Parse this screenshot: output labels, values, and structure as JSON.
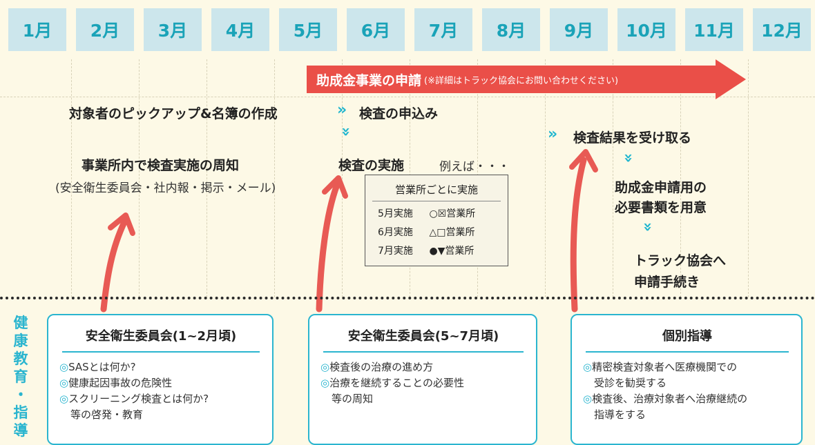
{
  "months": [
    "1月",
    "2月",
    "3月",
    "4月",
    "5月",
    "6月",
    "7月",
    "8月",
    "9月",
    "10月",
    "11月",
    "12月"
  ],
  "subsidy_band": {
    "main": "助成金事業の申請",
    "note": "(※詳細はトラック協会にお問い合わせください)"
  },
  "flow": {
    "pickup": "対象者のピックアップ&名簿の作成",
    "apply": "検査の申込み",
    "notice_title": "事業所内で検査実施の周知",
    "notice_sub": "(安全衛生委員会・社内報・掲示・メール)",
    "exam": "検査の実施",
    "example": "例えば・・・",
    "receive": "検査結果を受け取る",
    "docs_line1": "助成金申請用の",
    "docs_line2": "必要書類を用意",
    "apply_line1": "トラック協会へ",
    "apply_line2": "申請手続き"
  },
  "schedule_table": {
    "header": "営業所ごとに実施",
    "rows": [
      {
        "month": "5月実施",
        "office": "○☒営業所"
      },
      {
        "month": "6月実施",
        "office": "△□営業所"
      },
      {
        "month": "7月実施",
        "office": "●▼営業所"
      }
    ]
  },
  "side_label": [
    "健",
    "康",
    "教",
    "育",
    "・",
    "指",
    "導"
  ],
  "boxes": [
    {
      "title": "安全衛生委員会(1~2月頃)",
      "items": [
        {
          "mark": "◎",
          "text": "SASとは何か?"
        },
        {
          "mark": "◎",
          "text": "健康起因事故の危険性"
        },
        {
          "mark": "◎",
          "text": "スクリーニング検査とは何か?"
        },
        {
          "mark": "",
          "text": "等の啓発・教育"
        }
      ]
    },
    {
      "title": "安全衛生委員会(5~7月頃)",
      "items": [
        {
          "mark": "◎",
          "text": "検査後の治療の進め方"
        },
        {
          "mark": "◎",
          "text": "治療を継続することの必要性"
        },
        {
          "mark": "",
          "text": "等の周知"
        }
      ]
    },
    {
      "title": "個別指導",
      "items": [
        {
          "mark": "◎",
          "text": "精密検査対象者へ医療機関での"
        },
        {
          "mark": "",
          "text": "受診を勧奨する"
        },
        {
          "mark": "◎",
          "text": "検査後、治療対象者へ治療継続の"
        },
        {
          "mark": "",
          "text": "指導をする"
        }
      ]
    }
  ],
  "colors": {
    "background": "#fdf9e6",
    "month_bg": "#cce6ec",
    "month_text": "#1aa3b8",
    "subsidy_arrow": "#ea4f48",
    "accent": "#2ab5cf",
    "brush_arrow": "#e85a54"
  },
  "icons": {
    "chevron_right": "»",
    "chevron_down": "»"
  }
}
